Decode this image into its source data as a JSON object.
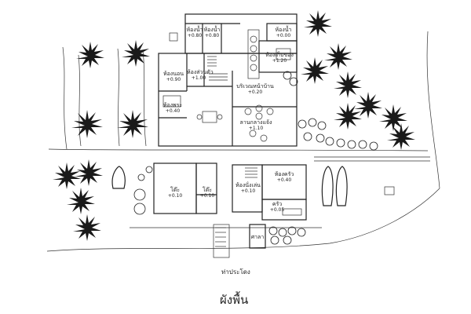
{
  "plan": {
    "title": "ผังพื้น",
    "pier_label": "ท่าประโดง",
    "rooms": [
      {
        "id": "r1",
        "name": "ห้องน้ำ",
        "level": "+0.80"
      },
      {
        "id": "r2",
        "name": "ห้องน้ำ",
        "level": "+0.80"
      },
      {
        "id": "r3",
        "name": "ห้องน้ำ",
        "level": "+0.00"
      },
      {
        "id": "r4",
        "name": "ห้องนอน",
        "level": "+0.90"
      },
      {
        "id": "r5",
        "name": "ห้องส่วนตัว",
        "level": "+1.00"
      },
      {
        "id": "r6",
        "name": "ห้องเก็บของ",
        "level": "+1.20"
      },
      {
        "id": "r7",
        "name": "ห้องพระ",
        "level": "+0.40"
      },
      {
        "id": "r8",
        "name": "บริเวณหน้าบ้าน",
        "level": "+0.20"
      },
      {
        "id": "r9",
        "name": "ลานกลางแจ้ง",
        "level": "+1.10"
      },
      {
        "id": "r10",
        "name": "โต๊ะ",
        "level": "+0.10"
      },
      {
        "id": "r11",
        "name": "โต๊ะ",
        "level": "+0.10"
      },
      {
        "id": "r12",
        "name": "ห้องนั่งเล่น",
        "level": "+0.10"
      },
      {
        "id": "r13",
        "name": "ห้องครัว",
        "level": "+0.40"
      },
      {
        "id": "r14",
        "name": "ครัว",
        "level": "+0.05"
      },
      {
        "id": "r15",
        "name": "ศาลา",
        "level": ""
      }
    ]
  }
}
